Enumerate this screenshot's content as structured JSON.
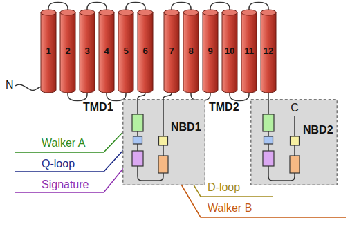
{
  "diagram": {
    "nodes": [
      {
        "text": [
          "1"
        ]
      },
      {
        "text": [
          "2"
        ]
      },
      {
        "text": [
          "3"
        ]
      },
      {
        "text": [
          "4"
        ]
      },
      {
        "text": [
          "5"
        ]
      },
      {
        "text": [
          "6"
        ]
      },
      {
        "text": [
          "7"
        ]
      },
      {
        "text": [
          "8"
        ]
      },
      {
        "text": [
          "9"
        ]
      },
      {
        "text": [
          "10"
        ]
      },
      {
        "text": [
          "11"
        ]
      },
      {
        "text": [
          "12"
        ]
      },
      {
        "text": [
          "NBD1"
        ]
      },
      {
        "text": [
          "NBD2",
          "C"
        ]
      }
    ],
    "edges": [
      {
        "from": 0,
        "to": 1,
        "arrow": "none"
      },
      {
        "from": 1,
        "to": 2,
        "arrow": "none"
      },
      {
        "from": 2,
        "to": 3,
        "arrow": "none"
      },
      {
        "from": 3,
        "to": 4,
        "arrow": "none"
      },
      {
        "from": 4,
        "to": 5,
        "arrow": "none"
      },
      {
        "from": 5,
        "to": 12,
        "arrow": "none"
      },
      {
        "from": 12,
        "to": 6,
        "arrow": "none"
      },
      {
        "from": 6,
        "to": 7,
        "arrow": "none"
      },
      {
        "from": 7,
        "to": 8,
        "arrow": "none"
      },
      {
        "from": 8,
        "to": 9,
        "arrow": "none"
      },
      {
        "from": 9,
        "to": 10,
        "arrow": "none"
      },
      {
        "from": 10,
        "to": 11,
        "arrow": "none"
      },
      {
        "from": 11,
        "to": 13,
        "arrow": "none"
      }
    ],
    "labels": [
      "N",
      "TMD1",
      "TMD2",
      "Walker A",
      "Q-loop",
      "Signature",
      "D-loop",
      "Walker B"
    ]
  }
}
